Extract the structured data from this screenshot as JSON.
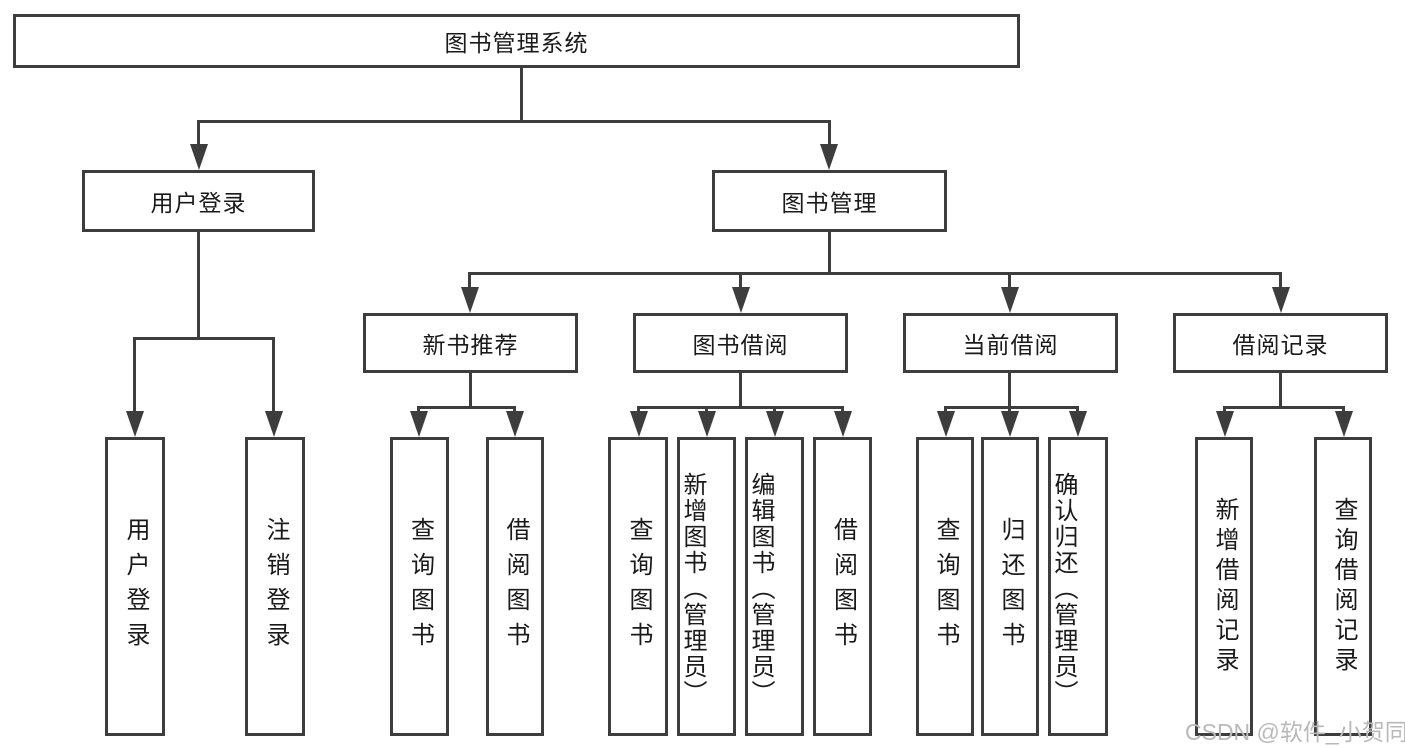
{
  "diagram": {
    "title_hint": "library management system function structure diagram",
    "root": {
      "label": "图书管理系统"
    },
    "level2": [
      {
        "label": "用户登录"
      },
      {
        "label": "图书管理"
      }
    ],
    "level3": [
      {
        "label": "新书推荐"
      },
      {
        "label": "图书借阅"
      },
      {
        "label": "当前借阅"
      },
      {
        "label": "借阅记录"
      }
    ],
    "leaves": {
      "login": [
        "用户登录",
        "注销登录"
      ],
      "recommend": [
        "查询图书",
        "借阅图书"
      ],
      "borrow": [
        "查询图书",
        "新增图书（管理员）",
        "编辑图书（管理员）",
        "借阅图书"
      ],
      "current": [
        "查询图书",
        "归还图书",
        "确认归还（管理员）"
      ],
      "records": [
        "新增借阅记录",
        "查询借阅记录"
      ]
    },
    "watermark": "CSDN @软件_小贺同学",
    "colors": {
      "line": "#3d3d3d",
      "text": "#1a1a1a",
      "watermark": "#b9b9b9",
      "background": "#ffffff"
    }
  }
}
